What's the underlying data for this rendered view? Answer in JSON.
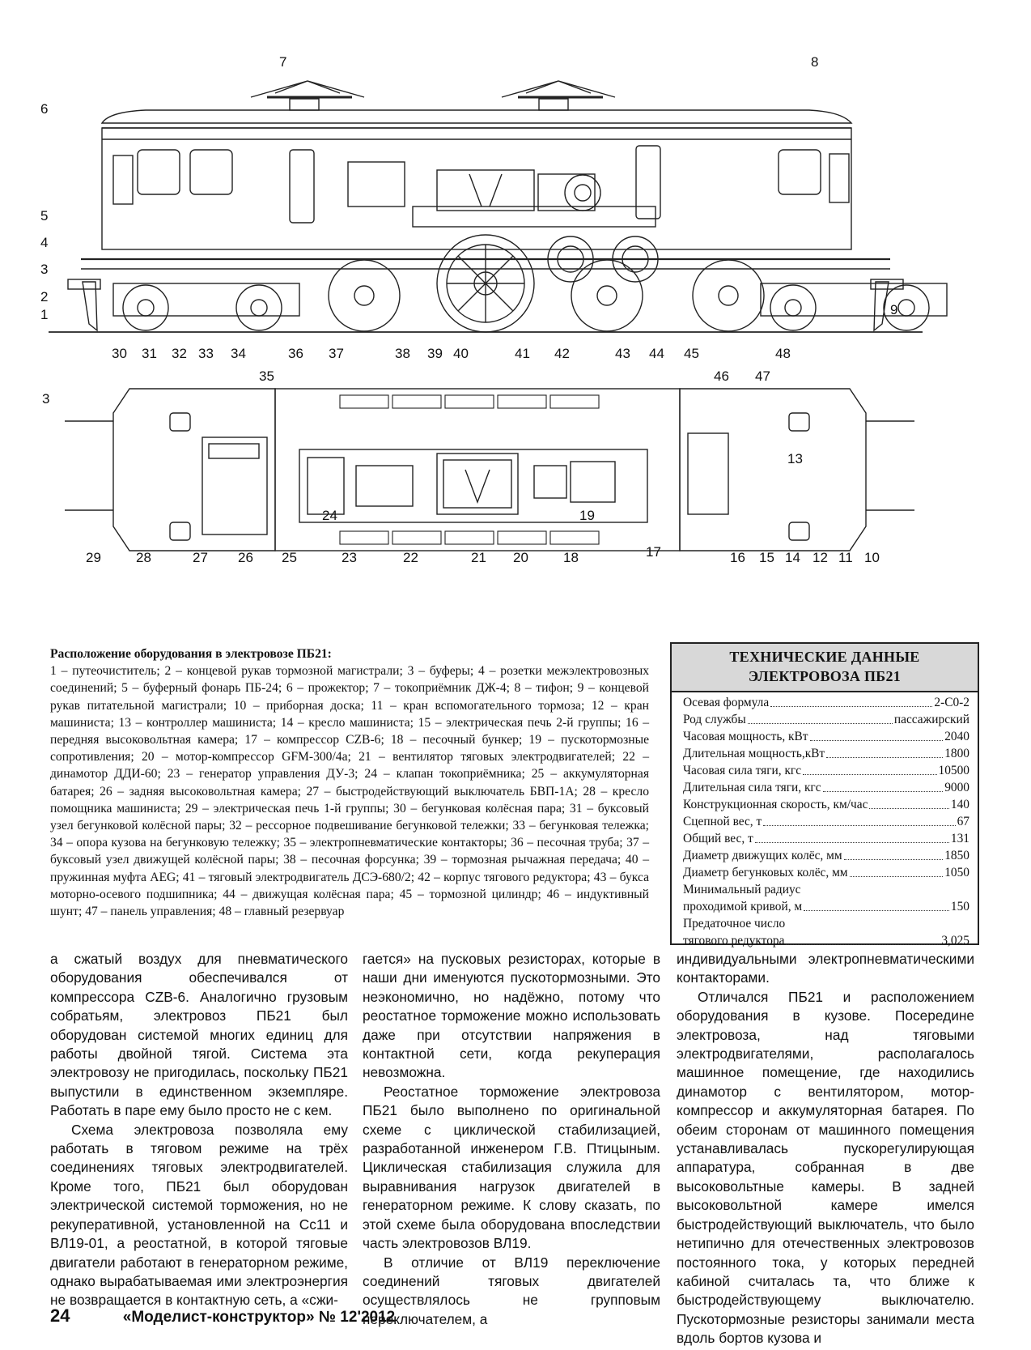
{
  "figure": {
    "side_labels_top": [
      "7",
      "8",
      "6",
      "5",
      "4",
      "3",
      "2",
      "1",
      "9"
    ],
    "side_labels_bottom": [
      "30",
      "31",
      "32",
      "33",
      "34",
      "36",
      "37",
      "38",
      "39",
      "40",
      "41",
      "42",
      "43",
      "44",
      "45",
      "48"
    ],
    "plan_labels_top": [
      "35",
      "46",
      "47",
      "3",
      "13",
      "19"
    ],
    "plan_labels_bottom": [
      "29",
      "28",
      "27",
      "26",
      "25",
      "24",
      "23",
      "22",
      "21",
      "20",
      "18",
      "17",
      "16",
      "15",
      "14",
      "12",
      "11",
      "10"
    ]
  },
  "caption": {
    "title": "Расположение оборудования в электровозе ПБ21:",
    "text": "1 – путеочиститель; 2 – концевой рукав тормозной магистрали; 3 – буферы; 4 – розетки межэлектровозных соединений; 5 – буферный фонарь ПБ-24; 6 – прожектор; 7 – токоприёмник ДЖ-4; 8 – тифон; 9 – концевой рукав питательной магистрали; 10 – приборная доска; 11 – кран вспомогательного тормоза; 12 – кран машиниста; 13 – контроллер машиниста; 14 – кресло машиниста; 15 – электрическая печь 2-й группы; 16 – передняя высоковольтная камера; 17 – компрессор CZB-6; 18 – песочный бункер; 19 – пускотормозные сопротивления; 20 – мотор-компрессор GFM-300/4а; 21 – вентилятор тяговых электродвигателей; 22 – динамотор ДДИ-60; 23 – генератор управления ДУ-3; 24 – клапан токоприёмника; 25 – аккумуляторная батарея; 26 – задняя высоковольтная камера; 27 – быстродействующий выключатель БВП-1А; 28 – кресло помощника машиниста; 29 – электрическая печь 1-й группы; 30 – бегунковая колёсная пара; 31 – буксовый узел бегунковой колёсной пары; 32 – рессорное подвешивание бегунковой тележки; 33 – бегунковая тележка; 34 – опора кузова на бегунковую тележку; 35 – электропневматические контакторы; 36 – песочная труба; 37 – буксовый узел движущей колёсной пары; 38 – песочная форсунка; 39 – тормозная рычажная передача; 40 – пружинная муфта AEG; 41 – тяговый электродвигатель ДСЭ-680/2; 42 – корпус тягового редуктора; 43 – букса моторно-осевого подшипника; 44 – движущая колёсная пара; 45 – тормозной цилиндр; 46 – индуктивный шунт; 47 – панель управления; 48 – главный резервуар"
  },
  "specs": {
    "title_line1": "ТЕХНИЧЕСКИЕ ДАННЫЕ",
    "title_line2": "ЭЛЕКТРОВОЗА ПБ21",
    "rows": [
      {
        "label": "Осевая формула",
        "value": "2-С0-2"
      },
      {
        "label": "Род службы",
        "value": "пассажирский"
      },
      {
        "label": "Часовая мощность, кВт",
        "value": "2040"
      },
      {
        "label": "Длительная мощность,кВт",
        "value": "1800"
      },
      {
        "label": "Часовая сила тяги, кгс",
        "value": "10500"
      },
      {
        "label": "Длительная сила тяги, кгс",
        "value": "9000"
      },
      {
        "label": "Конструкционная скорость, км/час",
        "value": "140"
      },
      {
        "label": "Сцепной вес, т",
        "value": "67"
      },
      {
        "label": "Общий вес, т",
        "value": "131"
      },
      {
        "label": "Диаметр движущих колёс, мм",
        "value": "1850"
      },
      {
        "label": "Диаметр бегунковых колёс, мм",
        "value": "1050"
      },
      {
        "label": "Минимальный радиус",
        "value": ""
      },
      {
        "label": "проходимой кривой, м",
        "value": "150"
      },
      {
        "label": "Предаточное число",
        "value": ""
      },
      {
        "label": "тягового редуктора",
        "value": "3,025"
      }
    ]
  },
  "article": {
    "col1_p1": "а сжатый воздух для пневматического оборудования обеспечивался от компрессора CZB-6. Аналогично грузовым собратьям, электровоз ПБ21 был оборудован системой многих единиц для работы двойной тягой. Система эта электровозу не пригодилась, поскольку ПБ21 выпустили в единственном экземпляре. Работать в паре ему было просто не с кем.",
    "col1_p2": "Схема электровоза позволяла ему работать в тяговом режиме на трёх соединениях тяговых электродвигателей. Кроме того, ПБ21 был оборудован электрической системой торможения, но не рекуперативной, установленной на Сс11 и ВЛ19-01, а реостатной, в которой тяговые двигатели работают в генераторном режиме, однако вырабатываемая ими электроэнергия не возвращается в контактную сеть, а «сжи-",
    "col2_p1": "гается» на пусковых резисторах, которые в наши дни именуются пускотормозными. Это неэкономично, но надёжно, потому что реостатное торможение можно использовать даже при отсутствии напряжения в контактной сети, когда рекуперация невозможна.",
    "col2_p2": "Реостатное торможение электровоза ПБ21 было выполнено по оригинальной схеме с циклической стабилизацией, разработанной инженером Г.В. Птицыным. Циклическая стабилизация служила для выравнивания нагрузок двигателей в генераторном режиме. К слову сказать, по этой схеме была оборудована впоследствии часть электровозов ВЛ19.",
    "col2_p3": "В отличие от ВЛ19 переключение соединений тяговых двигателей осуществлялось не групповым переключателем, а",
    "col3_p1": "индивидуальными электропневматическими контакторами.",
    "col3_p2": "Отличался ПБ21 и расположением оборудования в кузове. Посередине электровоза, над тяговыми электродвигателями, располагалось машинное помещение, где находились динамотор с вентилятором, мотор-компрессор и аккумуляторная батарея. По обеим сторонам от машинного помещения устанавливалась пускорегулирующая аппаратура, собранная в две высоковольтные камеры. В задней высоковольтной камере имелся быстродействующий выключатель, что было нетипично для отечественных электровозов постоянного тока, у которых передней кабиной считалась та, что ближе к быстродействующему выключателю. Пускотормозные резисторы занимали места вдоль бортов кузова и"
  },
  "footer": {
    "page_number": "24",
    "magazine": "«Моделист-конструктор» № 12'2012"
  }
}
